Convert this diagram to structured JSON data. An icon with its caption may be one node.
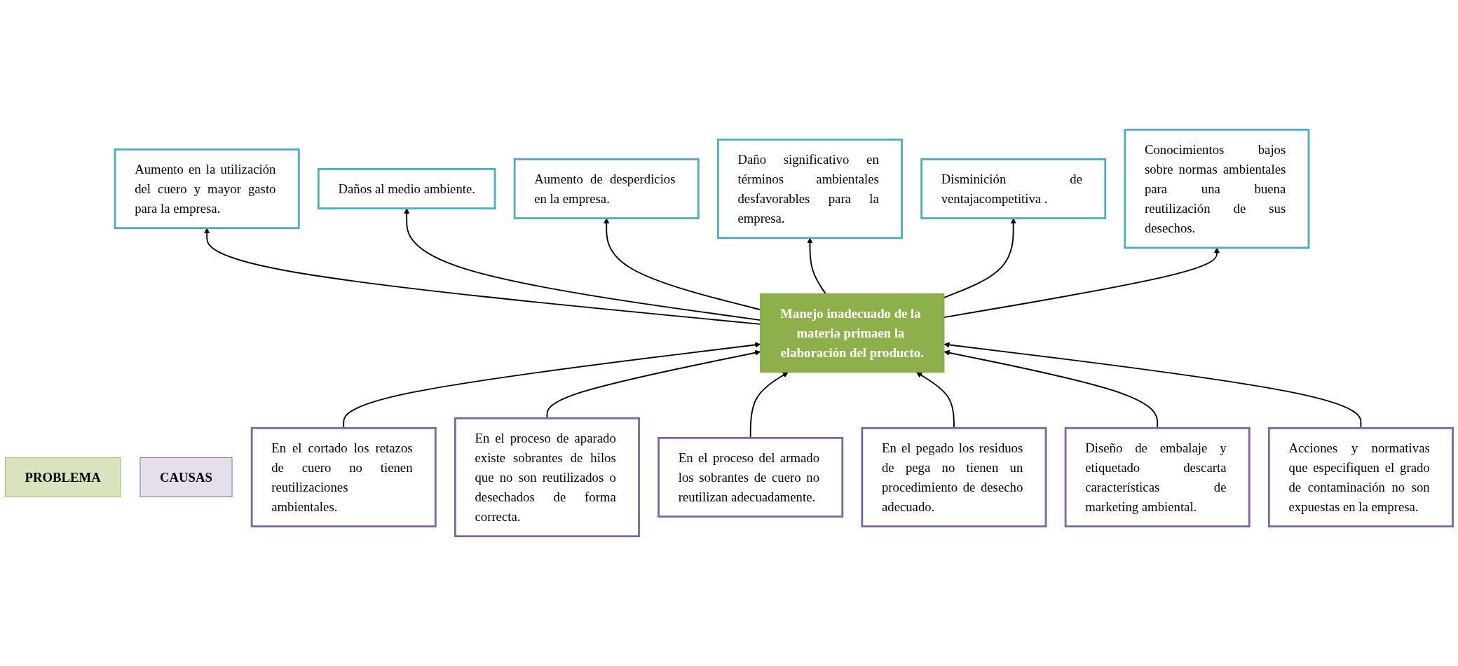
{
  "diagram": {
    "nodes": [
      {
        "text": [
          "Aumento en la utilización del cuero y mayor gasto para la empresa."
        ]
      },
      {
        "text": [
          "Daños al medio ambiente."
        ]
      },
      {
        "text": [
          "Aumento de desperdicios en la empresa."
        ]
      },
      {
        "text": [
          "Daño significativo en términos ambientales desfavorables para la empresa."
        ]
      },
      {
        "text": [
          "Disminición de ventajacompetitiva ."
        ]
      },
      {
        "text": [
          "Conocimientos bajos sobre normas ambientales para una buena reutilización de sus desechos."
        ]
      },
      {
        "text": [
          "PROBLEMA"
        ]
      },
      {
        "text": [
          "Manejo inadecuado de la materia primaen la elaboración del producto."
        ]
      },
      {
        "text": [
          "CAUSAS"
        ]
      },
      {
        "text": [
          "En el cortado los retazos de cuero no tienen reutilizaciones ambientales."
        ]
      },
      {
        "text": [
          "En el proceso de aparado existe sobrantes de hilos que no son reutilizados o desechados de forma correcta."
        ]
      },
      {
        "text": [
          "En el proceso del armado los sobrantes de cuero no reutilizan adecuadamente."
        ]
      },
      {
        "text": [
          "En el pegado los residuos de pega no tienen un procedimiento de desecho adecuado."
        ]
      },
      {
        "text": [
          "Diseño de embalaje y etiquetado descarta características de marketing ambiental."
        ]
      },
      {
        "text": [
          "Acciones y normativas que especifiquen el grado de contaminación no son expuestas en la empresa."
        ]
      }
    ],
    "edges": [
      {
        "from": 7,
        "to": 0,
        "arrow": "to"
      },
      {
        "from": 7,
        "to": 1,
        "arrow": "to"
      },
      {
        "from": 7,
        "to": 2,
        "arrow": "to"
      },
      {
        "from": 7,
        "to": 3,
        "arrow": "to"
      },
      {
        "from": 7,
        "to": 4,
        "arrow": "to"
      },
      {
        "from": 7,
        "to": 5,
        "arrow": "to"
      },
      {
        "from": 9,
        "to": 7,
        "arrow": "to"
      },
      {
        "from": 10,
        "to": 7,
        "arrow": "to"
      },
      {
        "from": 11,
        "to": 7,
        "arrow": "to"
      },
      {
        "from": 12,
        "to": 7,
        "arrow": "to"
      },
      {
        "from": 13,
        "to": 7,
        "arrow": "to"
      },
      {
        "from": 14,
        "to": 7,
        "arrow": "to"
      }
    ]
  }
}
